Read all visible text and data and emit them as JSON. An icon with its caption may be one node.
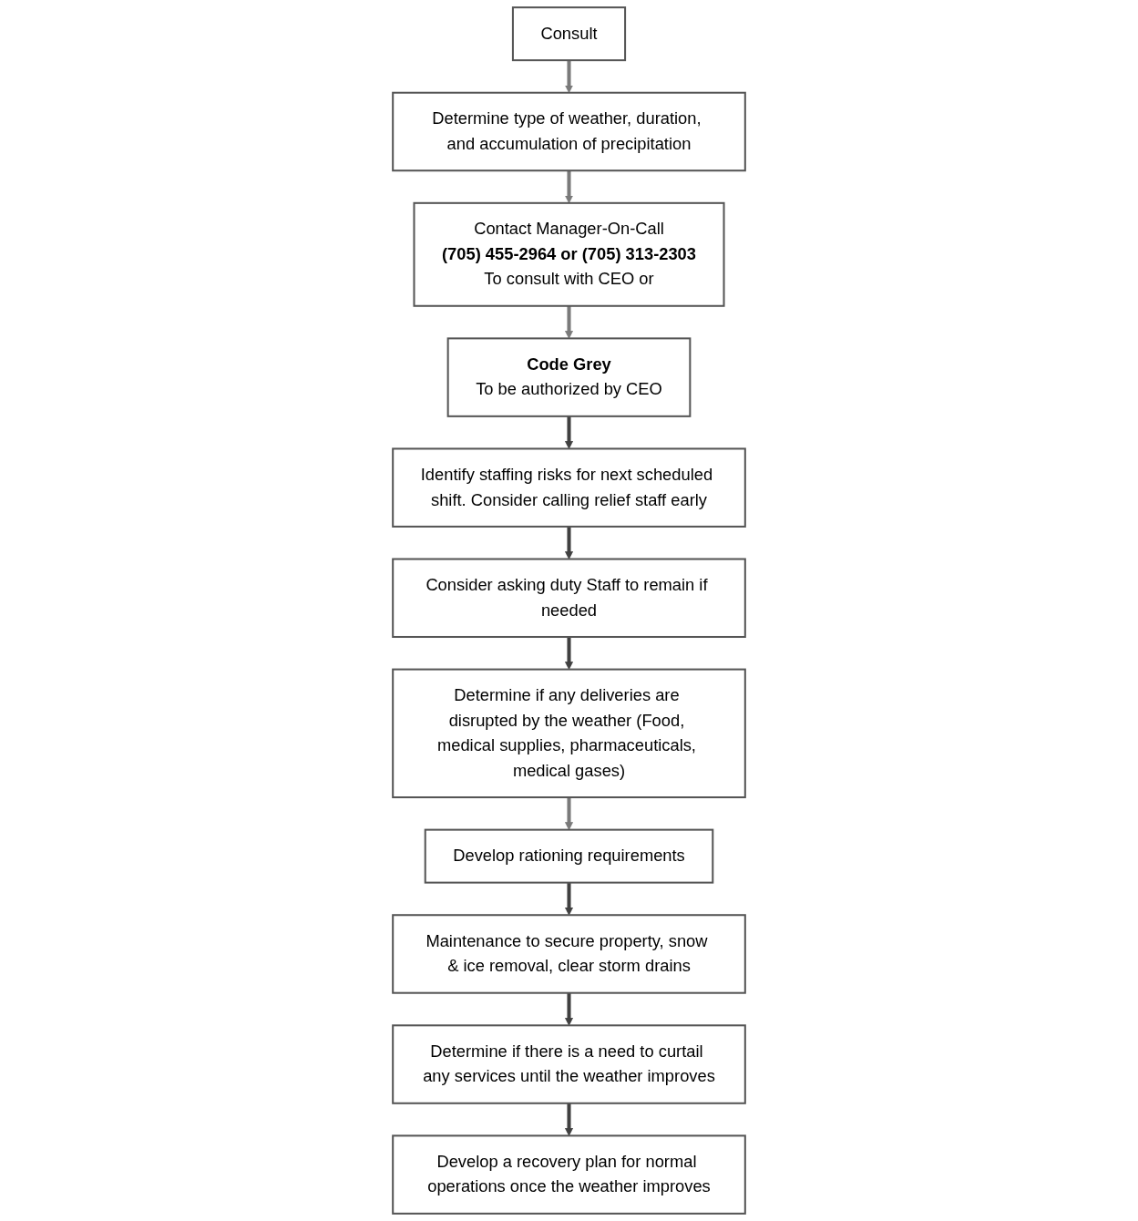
{
  "diagram": {
    "nodes": [
      {
        "text": [
          "Consult"
        ]
      },
      {
        "text": [
          "Determine type of weather, duration, and accumulation of precipitation"
        ]
      },
      {
        "text": [
          "Contact Manager-On-Call",
          "(705) 455-2964 or (705) 313-2303",
          "To consult with CEO or"
        ]
      },
      {
        "text": [
          "Code Grey",
          "To be authorized by CEO"
        ]
      },
      {
        "text": [
          "Identify staffing risks for next scheduled shift. Consider calling relief staff early"
        ]
      },
      {
        "text": [
          "Consider asking duty Staff to remain if needed"
        ]
      },
      {
        "text": [
          "Determine if any deliveries are disrupted by the weather (Food, medical supplies, pharmaceuticals, medical gases)"
        ]
      },
      {
        "text": [
          "Develop rationing requirements"
        ]
      },
      {
        "text": [
          "Maintenance to secure property, snow & ice removal, clear storm drains"
        ]
      },
      {
        "text": [
          "Determine if there is a need to curtail any services until the weather improves"
        ]
      },
      {
        "text": [
          "Develop a recovery plan for normal operations once the weather improves"
        ]
      }
    ],
    "edges": [
      {
        "from": 0,
        "to": 1,
        "arrow": "to",
        "color": "#7a7a7a"
      },
      {
        "from": 1,
        "to": 2,
        "arrow": "to",
        "color": "#7a7a7a"
      },
      {
        "from": 2,
        "to": 3,
        "arrow": "to",
        "color": "#7a7a7a"
      },
      {
        "from": 3,
        "to": 4,
        "arrow": "to"
      },
      {
        "from": 4,
        "to": 5,
        "arrow": "to"
      },
      {
        "from": 5,
        "to": 6,
        "arrow": "to"
      },
      {
        "from": 6,
        "to": 7,
        "arrow": "to",
        "color": "#7a7a7a"
      },
      {
        "from": 7,
        "to": 8,
        "arrow": "to"
      },
      {
        "from": 8,
        "to": 9,
        "arrow": "to"
      },
      {
        "from": 9,
        "to": 10,
        "arrow": "to"
      }
    ]
  }
}
